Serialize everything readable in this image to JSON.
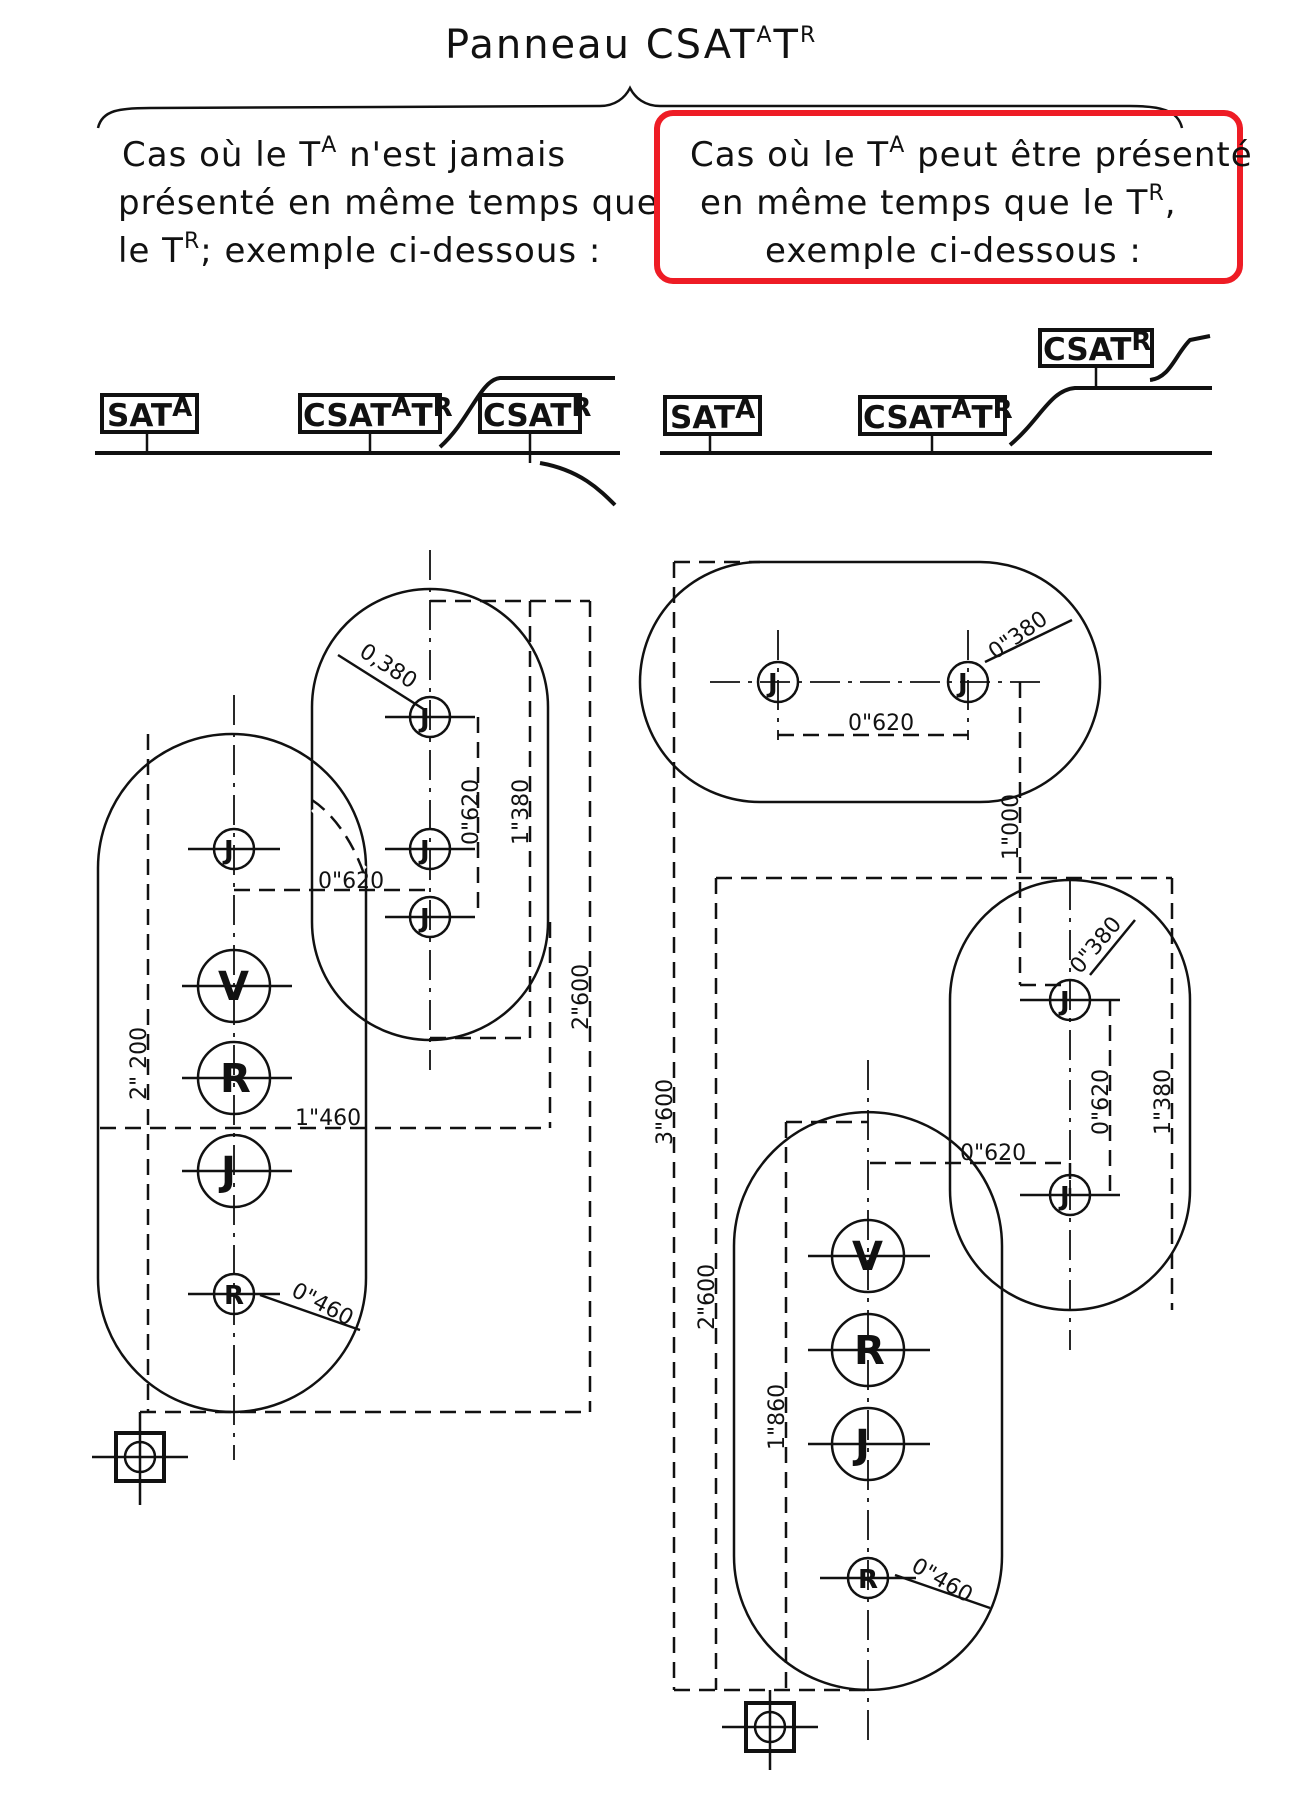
{
  "title": {
    "main": "Panneau CSAT",
    "sup1": "A",
    "mid": "T",
    "sup2": "R"
  },
  "left": {
    "caption": {
      "l1a": "Cas où le T",
      "l1sup": "A",
      "l1b": " n'est jamais",
      "l2": "présenté en même temps que",
      "l3a": "le T",
      "l3sup": "R",
      "l3b": "; exemple ci-dessous :"
    },
    "signs": {
      "sata": "SAT",
      "sata_sup": "A",
      "csat": "CSAT",
      "csat_sup1": "A",
      "csat_t": "T",
      "csat_sup2": "R",
      "csatr": "CSAT",
      "csatr_sup": "R"
    },
    "dims": {
      "d0380": "0,380",
      "d0620v": "0\"620",
      "d1380": "1\"380",
      "d0620h": "0\"620",
      "d2600": "2\"600",
      "d2200": "2\" 200",
      "d1460": "1\"460",
      "d0460": "0\"460"
    },
    "lamps": [
      "J",
      "J",
      "J",
      "J",
      "V",
      "R",
      "J",
      "R"
    ]
  },
  "right": {
    "caption": {
      "l1a": "Cas où le T",
      "l1sup": "A",
      "l1b": " peut être présenté",
      "l2a": "en même temps que le T",
      "l2sup": "R",
      "l2b": ",",
      "l3": "exemple ci-dessous :"
    },
    "signs": {
      "sata": "SAT",
      "sata_sup": "A",
      "csat": "CSAT",
      "csat_sup1": "A",
      "csat_t": "T",
      "csat_sup2": "R",
      "csatr": "CSAT",
      "csatr_sup": "R"
    },
    "dims": {
      "d0380a": "0\"380",
      "d0620a": "0\"620",
      "d1000": "1\"000",
      "d0380b": "0\"380",
      "d0620b": "0\"620",
      "d1380": "1\"380",
      "d0620c": "0\"620",
      "d3600": "3\"600",
      "d2600": "2\"600",
      "d1860": "1\"860",
      "d0460": "0\"460"
    },
    "lamps": [
      "J",
      "J",
      "J",
      "J",
      "V",
      "R",
      "J",
      "R"
    ]
  },
  "colors": {
    "highlight": "#ee1c25",
    "ink": "#111111"
  }
}
